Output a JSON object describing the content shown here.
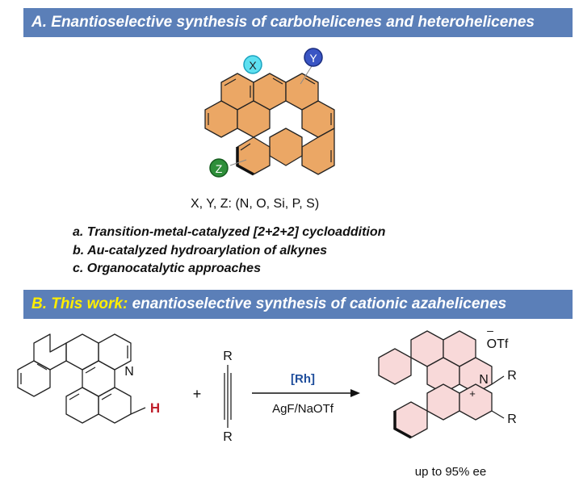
{
  "bannerA": {
    "prefix": "A. ",
    "text": "Enantioselective synthesis of carbohelicenes and heterohelicenes"
  },
  "labels": {
    "x": "X",
    "y": "Y",
    "z": "Z",
    "variables": "X, Y, Z: (N, O, Si, P, S)"
  },
  "methods": [
    "a. Transition-metal-catalyzed [2+2+2] cycloaddition",
    "b. Au-catalyzed hydroarylation of alkynes",
    "c. Organocatalytic approaches"
  ],
  "bannerB": {
    "prefix": "B. This work: ",
    "text": "enantioselective synthesis of cationic azahelicenes"
  },
  "reaction": {
    "substrate_n": "N",
    "substrate_h": "H",
    "plus": "+",
    "alkyne_r1": "R",
    "alkyne_r2": "R",
    "catalyst": "[Rh]",
    "additive": "AgF/NaOTf",
    "product_n": "N",
    "product_plus": "+",
    "product_r1": "R",
    "product_r2": "R",
    "counterion_charge": "–",
    "counterion": "OTf",
    "yield_note": "up to 95% ee"
  },
  "colors": {
    "banner": "#5b7fb8",
    "accent": "#ffee00",
    "helicene_fill": "#eba765",
    "product_fill": "#f8d9d9",
    "catalyst": "#1f4e9c",
    "h_atom": "#c0202c"
  }
}
